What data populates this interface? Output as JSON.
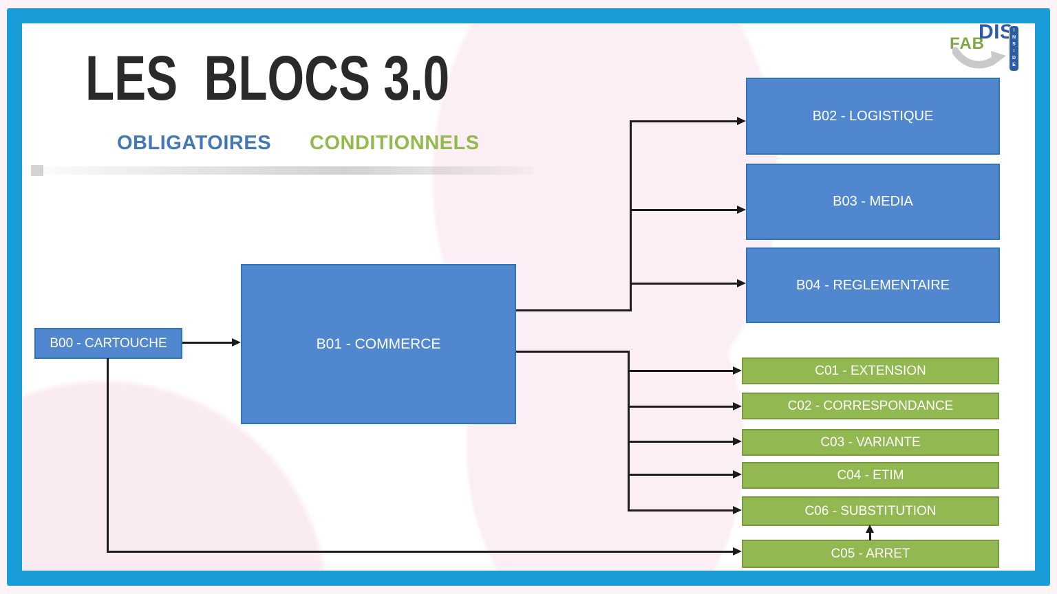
{
  "header": {
    "title": "LES  BLOCS 3.0",
    "legend_obligatoires": "OBLIGATOIRES",
    "legend_conditionnels": "CONDITIONNELS"
  },
  "logo": {
    "fab": "FAB",
    "dis": "DIS",
    "inside": "INSIDE"
  },
  "colors": {
    "frame": "#189dd9",
    "blue_fill": "#5187ce",
    "blue_border": "#2e75b6",
    "green_fill": "#92b851",
    "green_border": "#7a9a3e",
    "obligatoires_text": "#4377b6",
    "conditionnels_text": "#93ba4d",
    "arrow": "#1b1b1b",
    "title_text": "#2a2a2a"
  },
  "diagram": {
    "nodes": {
      "b00": {
        "id": "B00",
        "label": "B00 - CARTOUCHE",
        "type": "obligatoire"
      },
      "b01": {
        "id": "B01",
        "label": "B01 - COMMERCE",
        "type": "obligatoire"
      },
      "b02": {
        "id": "B02",
        "label": "B02 - LOGISTIQUE",
        "type": "obligatoire"
      },
      "b03": {
        "id": "B03",
        "label": "B03 - MEDIA",
        "type": "obligatoire"
      },
      "b04": {
        "id": "B04",
        "label": "B04 - REGLEMENTAIRE",
        "type": "obligatoire"
      },
      "c01": {
        "id": "C01",
        "label": "C01 - EXTENSION",
        "type": "conditionnel"
      },
      "c02": {
        "id": "C02",
        "label": "C02 - CORRESPONDANCE",
        "type": "conditionnel"
      },
      "c03": {
        "id": "C03",
        "label": "C03 - VARIANTE",
        "type": "conditionnel"
      },
      "c04": {
        "id": "C04",
        "label": "C04 - ETIM",
        "type": "conditionnel"
      },
      "c06": {
        "id": "C06",
        "label": "C06 - SUBSTITUTION",
        "type": "conditionnel"
      },
      "c05": {
        "id": "C05",
        "label": "C05 - ARRET",
        "type": "conditionnel"
      }
    },
    "edges": [
      "B00 → B01",
      "B01 → B02",
      "B01 → B03",
      "B01 → B04",
      "B01 → C01",
      "B01 → C02",
      "B01 → C03",
      "B01 → C04",
      "B01 → C06",
      "B00 → C05",
      "C05 → C06"
    ]
  }
}
